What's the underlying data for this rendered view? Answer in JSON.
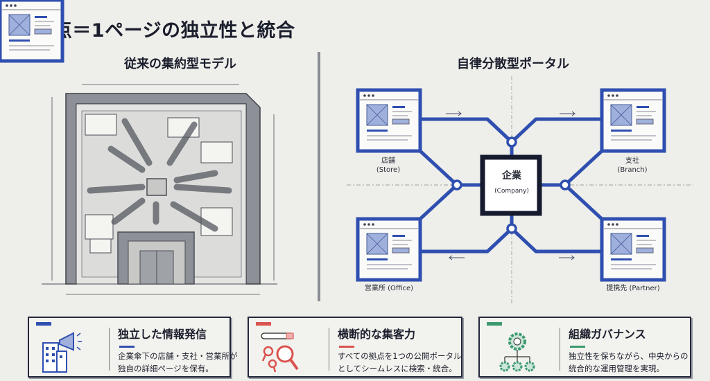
{
  "title": "1拠点＝1ページの独立性と統合",
  "left": {
    "subtitle": "従来の集約型モデル"
  },
  "right": {
    "subtitle": "自律分散型ポータル",
    "center": {
      "jp": "企業",
      "en": "(Company)"
    },
    "nodes": [
      {
        "jp": "店舗",
        "en": "(Store)"
      },
      {
        "jp": "支社",
        "en": "(Branch)"
      },
      {
        "label": "営業所 (Office)"
      },
      {
        "label": "提携先 (Partner)"
      }
    ]
  },
  "colors": {
    "blue": "#2f4fb0",
    "red": "#d9534f",
    "green": "#3a9a6e",
    "dark": "#161a2e"
  },
  "cards": [
    {
      "heading": "独立した情報発信",
      "desc": "企業傘下の店舗・支社・営業所が\n独自の詳細ページを保有。",
      "icon": "building-megaphone-icon"
    },
    {
      "heading": "横断的な集客力",
      "desc": "すべての拠点を1つの公開ポータル\nとしてシームレスに検索・統合。",
      "icon": "search-magnifier-icon"
    },
    {
      "heading": "組織ガバナンス",
      "desc": "独立性を保ちながら、中央からの\n統合的な運用管理を実現。",
      "icon": "gear-hierarchy-icon"
    }
  ]
}
